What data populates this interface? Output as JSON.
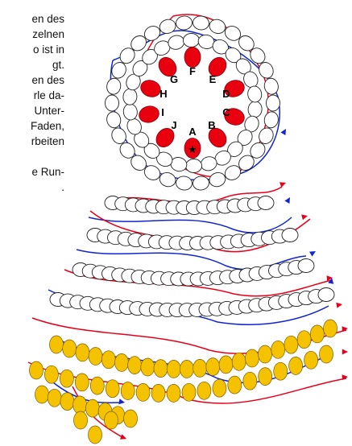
{
  "text_lines": [
    "en des",
    "zelnen",
    "o ist in",
    "gt.",
    "en des",
    "rle da-",
    "Unter-",
    "Faden,",
    "rbeiten",
    "",
    "e Run-",
    "."
  ],
  "bead_labels": [
    "A",
    "B",
    "C",
    "D",
    "E",
    "F",
    "G",
    "H",
    "I",
    "J"
  ],
  "start_marker": "★",
  "colors": {
    "red_bead": "#e8000f",
    "gold_bead": "#f5c200",
    "red_thread": "#e8001a",
    "blue_thread": "#1025d0",
    "clear_bead_outline": "#222222"
  }
}
